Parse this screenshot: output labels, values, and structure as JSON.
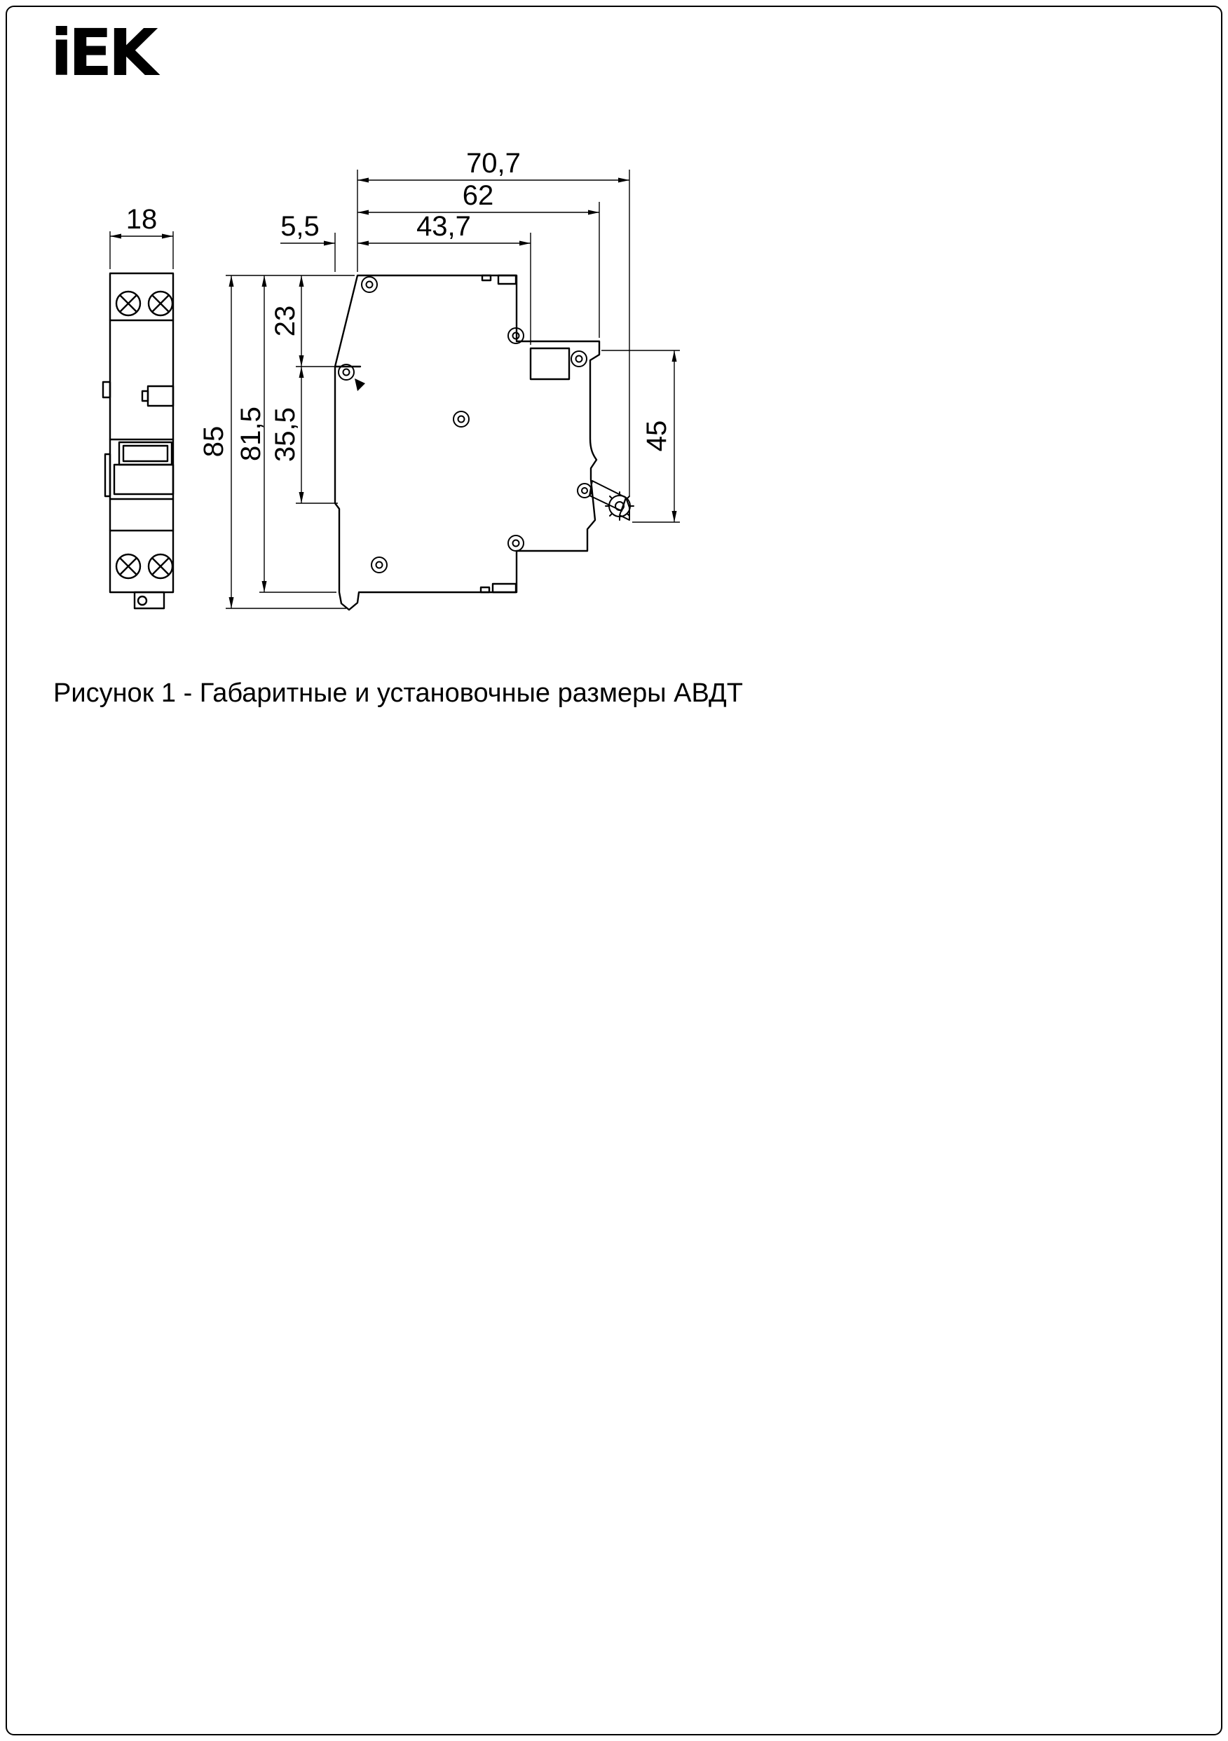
{
  "logo": {
    "text": "iEK"
  },
  "figure": {
    "caption": "Рисунок 1 - Габаритные и установочные размеры АВДТ"
  },
  "dimensions": {
    "front_width": "18",
    "nose_offset": "5,5",
    "depth_front": "43,7",
    "depth_body": "62",
    "depth_total": "70,7",
    "upper_height": "23",
    "front_face_height": "35,5",
    "height_total": "85",
    "height_body": "81,5",
    "din_recess_height": "45"
  }
}
